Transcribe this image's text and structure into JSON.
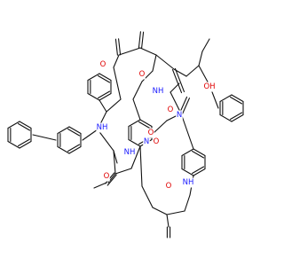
{
  "colors": {
    "bond": "#111111",
    "O": "#e00000",
    "N": "#1a1aff",
    "H": "#1a1aff"
  },
  "atom_labels": [
    {
      "text": "O",
      "element": "O"
    },
    {
      "text": "O",
      "element": "O"
    },
    {
      "text": "NH",
      "element": "N"
    },
    {
      "text": "OH",
      "element": "O"
    },
    {
      "text": "O",
      "element": "O"
    },
    {
      "text": "NH",
      "element": "N"
    },
    {
      "text": "O",
      "element": "O"
    },
    {
      "text": "N",
      "element": "N"
    },
    {
      "text": "NH",
      "element": "N"
    },
    {
      "text": "O",
      "element": "O"
    },
    {
      "text": "O",
      "element": "O"
    },
    {
      "text": "NH",
      "element": "N"
    },
    {
      "text": "N",
      "element": "N"
    },
    {
      "text": "O",
      "element": "O"
    }
  ]
}
